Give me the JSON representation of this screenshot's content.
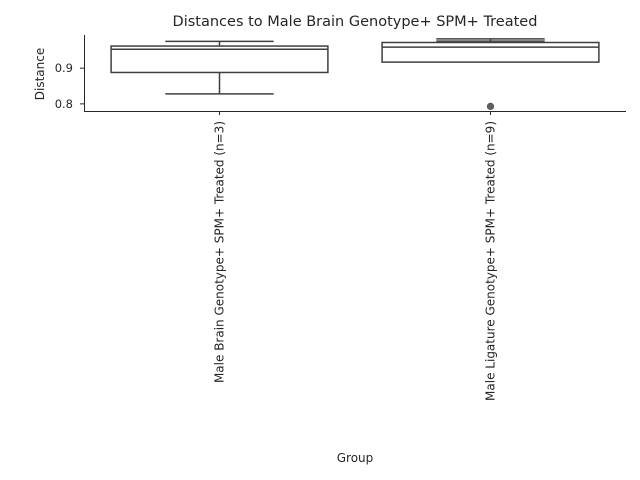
{
  "chart_data": {
    "type": "box",
    "title": "Distances to Male Brain Genotype+ SPM+ Treated",
    "xlabel": "Group",
    "ylabel": "Distance",
    "ylim": [
      0.78,
      0.993
    ],
    "yticks": [
      0.8,
      0.9
    ],
    "ytick_labels": [
      "0.8",
      "0.9"
    ],
    "grid": false,
    "categories": [
      "Male Brain Genotype+ SPM+ Treated (n=3)",
      "Male Ligature Genotype+ SPM+ Treated (n=9)"
    ],
    "boxes": [
      {
        "whisker_low": 0.828,
        "q1": 0.888,
        "median": 0.953,
        "q3": 0.962,
        "whisker_high": 0.975,
        "outliers": []
      },
      {
        "whisker_low": 0.976,
        "q1": 0.917,
        "median": 0.959,
        "q3": 0.972,
        "whisker_high": 0.982,
        "outliers": [
          0.793
        ]
      }
    ],
    "colors": {
      "line": "#3f3f3f",
      "box_fill": "#ffffff",
      "outlier": "#606060",
      "text": "#262626",
      "axis": "#262626"
    }
  }
}
